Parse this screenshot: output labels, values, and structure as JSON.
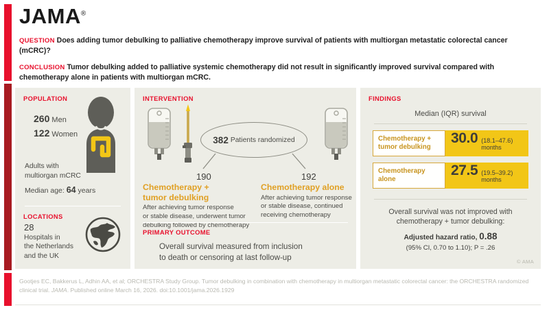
{
  "brand": {
    "logo": "JAMA",
    "logo_mark": "®",
    "red": "#E8112D",
    "gold": "#F2C617",
    "panel_bg": "#EDEDE6"
  },
  "header": {
    "question_tag": "QUESTION",
    "question_text": "Does adding tumor debulking to palliative chemotherapy improve survival of patients with multiorgan metastatic colorectal cancer (mCRC)?",
    "conclusion_tag": "CONCLUSION",
    "conclusion_text": "Tumor debulking added to palliative systemic chemotherapy did not result in significantly improved survival compared with chemotherapy alone in patients with multiorgan mCRC."
  },
  "population": {
    "title": "POPULATION",
    "men_count": "260",
    "men_label": "Men",
    "women_count": "122",
    "women_label": "Women",
    "description": "Adults with\nmultiorgan mCRC",
    "age_prefix": "Median age:",
    "age_value": "64",
    "age_suffix": "years"
  },
  "locations": {
    "title": "LOCATIONS",
    "count": "28",
    "text": "Hospitals in\nthe Netherlands\nand the UK"
  },
  "intervention": {
    "title": "INTERVENTION",
    "randomized_count": "382",
    "randomized_label": "Patients randomized",
    "arms": [
      {
        "n": "190",
        "title": "Chemotherapy +\ntumor debulking",
        "body": "After achieving tumor response\nor stable disease, underwent tumor\ndebulking followed by chemotherapy"
      },
      {
        "n": "192",
        "title": "Chemotherapy alone",
        "body": "After achieving tumor response\nor stable disease, continued\nreceiving chemotherapy"
      }
    ]
  },
  "primary_outcome": {
    "title": "PRIMARY OUTCOME",
    "text": "Overall survival measured from inclusion\nto death or censoring at last follow-up"
  },
  "findings": {
    "title": "FINDINGS",
    "subtitle": "Median (IQR) survival",
    "conclusion_line": "Overall survival was not improved with\nchemotherapy + tumor debulking:",
    "hazard_label": "Adjusted hazard ratio,",
    "hazard_value": "0.88",
    "ci_text": "(95% CI, 0.70 to 1.10); P = .26",
    "copyright": "© AMA"
  },
  "chart_data": {
    "type": "bar",
    "title": "Median (IQR) survival",
    "categories": [
      "Chemotherapy +\ntumor debulking",
      "Chemotherapy\nalone"
    ],
    "values": [
      30.0,
      27.5
    ],
    "value_labels": [
      "30.0",
      "27.5"
    ],
    "iqr": [
      [
        18.1,
        47.6
      ],
      [
        19.5,
        39.2
      ]
    ],
    "iqr_labels": [
      "(18.1–47.6) months",
      "(19.5–39.2) months"
    ],
    "unit": "months",
    "xlabel": "",
    "ylabel": "",
    "grid": false,
    "legend": "none"
  },
  "footer": {
    "citation_part1": "Gootjes EC, Bakkerus L, Adhin AA, et al; ORCHESTRA Study Group. Tumor debulking in combination with chemotherapy in multiorgan metastatic colorectal cancer: the ORCHESTRA randomized clinical trial. ",
    "citation_journal": "JAMA",
    "citation_part2": ". Published online March 16, 2026. doi:10.1001/jama.2026.1929"
  }
}
